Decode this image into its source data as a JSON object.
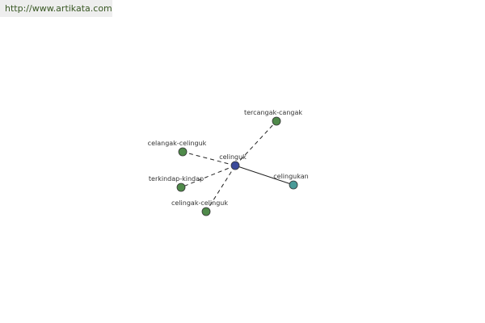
{
  "source_url": "http://www.artikata.com",
  "colors": {
    "center": "#3b4a9a",
    "related": "#4f8a4a",
    "derived": "#4a9a98"
  },
  "center": {
    "id": "center",
    "label": "celinguk",
    "kind": "center"
  },
  "nodes": [
    {
      "id": "tercangak",
      "label": "tercangak-cangak",
      "kind": "related",
      "link": "dashed"
    },
    {
      "id": "celangak",
      "label": "celangak-celinguk",
      "kind": "related",
      "link": "dashed"
    },
    {
      "id": "terkindap",
      "label": "terkindap-kindap",
      "kind": "related",
      "link": "dashed"
    },
    {
      "id": "celingak",
      "label": "celingak-celinguk",
      "kind": "related",
      "link": "dashed"
    },
    {
      "id": "celingukan",
      "label": "celingukan",
      "kind": "derived",
      "link": "solid"
    }
  ]
}
